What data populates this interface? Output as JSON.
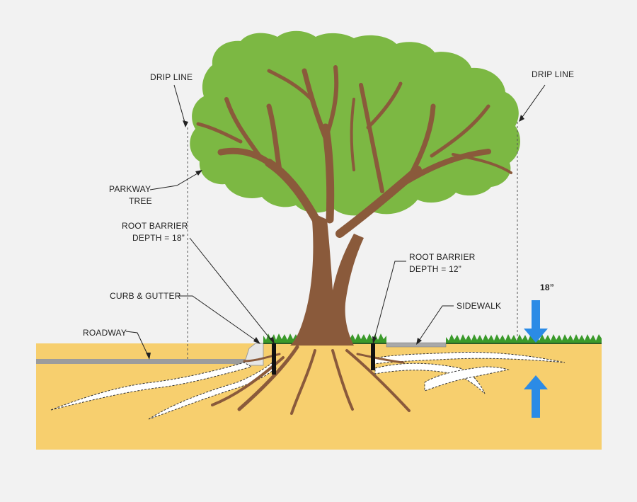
{
  "labels": {
    "drip_line_left": "DRIP LINE",
    "drip_line_right": "DRIP LINE",
    "parkway_tree_line1": "PARKWAY",
    "parkway_tree_line2": "TREE",
    "root_barrier_left_line1": "ROOT BARRIER",
    "root_barrier_left_line2": "DEPTH = 18”",
    "root_barrier_right_line1": "ROOT BARRIER",
    "root_barrier_right_line2": "DEPTH = 12”",
    "curb_gutter": "CURB & GUTTER",
    "roadway": "ROADWAY",
    "sidewalk": "SIDEWALK",
    "depth_marker": "18”"
  },
  "colors": {
    "background": "#f2f2f2",
    "soil": "#f7cf6e",
    "canopy": "#7cb843",
    "trunk": "#8a5a3b",
    "grass": "#3a9a2a",
    "road": "#9c9c9c",
    "barrier": "#111111",
    "arrow": "#2b8be6",
    "root_zone": "#ffffff"
  }
}
